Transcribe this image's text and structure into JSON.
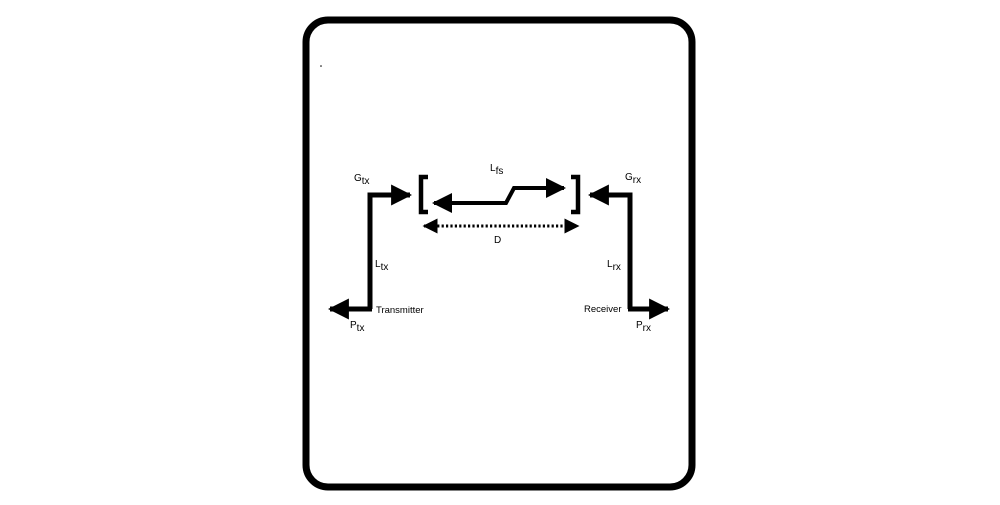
{
  "colors": {
    "ink": "#000000",
    "paper": "#ffffff"
  },
  "labels": {
    "g_tx": {
      "base": "G",
      "sub": "tx"
    },
    "g_rx": {
      "base": "G",
      "sub": "rx"
    },
    "l_fs": {
      "base": "L",
      "sub": "fs"
    },
    "l_tx": {
      "base": "L",
      "sub": "tx"
    },
    "l_rx": {
      "base": "L",
      "sub": "rx"
    },
    "p_tx": {
      "base": "P",
      "sub": "tx"
    },
    "p_rx": {
      "base": "P",
      "sub": "rx"
    },
    "distance": "D",
    "transmitter": "Transmitter",
    "receiver": "Receiver"
  }
}
